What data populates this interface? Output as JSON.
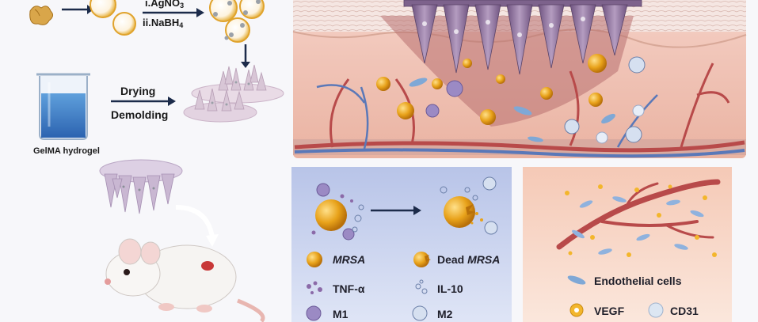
{
  "synthesis": {
    "step_top_line": "i.AgNO",
    "step_top_sub": "3",
    "step_bottom_line": "ii.NaBH",
    "step_bottom_sub": "4",
    "drying_label": "Drying",
    "demolding_label": "Demolding",
    "hydrogel_label": "GelMA hydrogel"
  },
  "mechanism_legend": {
    "items": [
      {
        "label": "MRSA",
        "italic": true
      },
      {
        "label": "Dead ",
        "italic_suffix": "MRSA"
      },
      {
        "label": "TNF-α"
      },
      {
        "label": "IL-10"
      },
      {
        "label": "M1"
      },
      {
        "label": "M2"
      }
    ]
  },
  "angiogenesis_legend": {
    "endothelial_label": "Endothelial cells",
    "vegf_label": "VEGF",
    "cd31_label": "CD31"
  },
  "colors": {
    "gold": "#e8a21a",
    "skin": "#f2c7b8",
    "needle": "#8d6f9a",
    "blue_panel": "#c9d2ec",
    "pink_panel": "#f7d2c2",
    "vessel": "#b84a4a",
    "arrow": "#1c2b4a"
  }
}
